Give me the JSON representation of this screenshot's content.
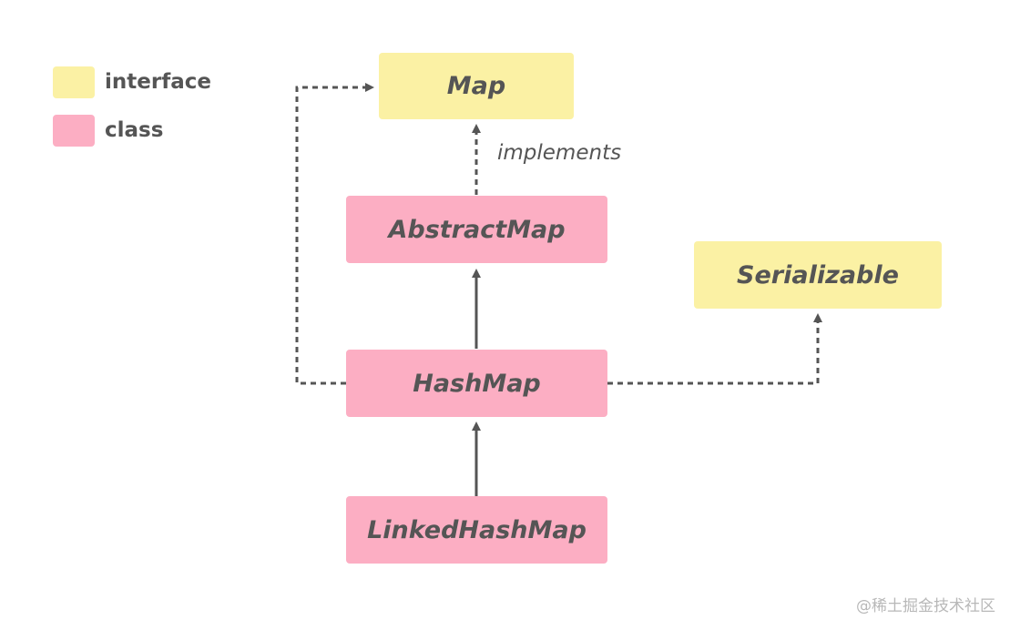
{
  "legend": {
    "interface_label": "interface",
    "class_label": "class"
  },
  "nodes": {
    "map": "Map",
    "abstract_map": "AbstractMap",
    "serializable": "Serializable",
    "hash_map": "HashMap",
    "linked_hash_map": "LinkedHashMap"
  },
  "edges": {
    "implements_label": "implements"
  },
  "watermark": "@稀土掘金技术社区",
  "colors": {
    "interface": "#fbf1a4",
    "class": "#fcaec3",
    "text": "#555555",
    "line": "#555555"
  }
}
